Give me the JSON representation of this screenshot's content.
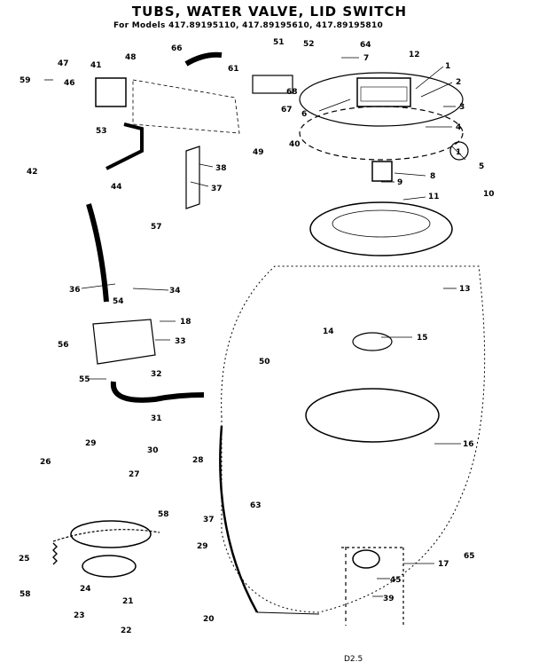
{
  "title": "TUBS, WATER VALVE, LID SWITCH",
  "subtitle": "For Models 417.89195110, 417.89195610, 417.89195810",
  "footer": "D2.5",
  "callouts": [
    "1",
    "2",
    "3",
    "4",
    "5",
    "6",
    "7",
    "8",
    "9",
    "10",
    "11",
    "12",
    "13",
    "14",
    "15",
    "16",
    "17",
    "18",
    "20",
    "21",
    "22",
    "23",
    "24",
    "25",
    "26",
    "27",
    "28",
    "29",
    "29",
    "30",
    "31",
    "32",
    "33",
    "34",
    "36",
    "37",
    "37",
    "38",
    "39",
    "40",
    "41",
    "42",
    "44",
    "45",
    "46",
    "47",
    "48",
    "49",
    "50",
    "51",
    "52",
    "53",
    "54",
    "55",
    "56",
    "57",
    "58",
    "58",
    "59",
    "61",
    "63",
    "64",
    "65",
    "66",
    "67",
    "68"
  ]
}
